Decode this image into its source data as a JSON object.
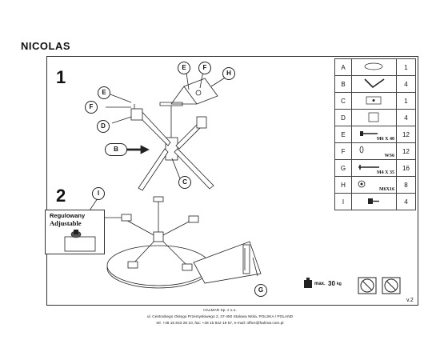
{
  "document": {
    "title": "NICOLAS",
    "version": "v.2",
    "steps": [
      {
        "number": "1"
      },
      {
        "number": "2"
      }
    ],
    "callouts": {
      "step1": [
        "E",
        "F",
        "H",
        "E",
        "F",
        "D",
        "B",
        "C"
      ],
      "step2": [
        "I",
        "G"
      ]
    },
    "adjustable_note": {
      "line1": "Regulowany",
      "line2": "Adjustable"
    },
    "weight_limit": {
      "label": "max.",
      "value": "30",
      "unit": "kg"
    },
    "parts_list": [
      {
        "letter": "A",
        "label": "",
        "qty": "1",
        "icon": "oval-tabletop-icon"
      },
      {
        "letter": "B",
        "label": "",
        "qty": "4",
        "icon": "leg-icon"
      },
      {
        "letter": "C",
        "label": "",
        "qty": "1",
        "icon": "mounting-plate-icon"
      },
      {
        "letter": "D",
        "label": "",
        "qty": "4",
        "icon": "bracket-icon"
      },
      {
        "letter": "E",
        "label": "M6 X 40",
        "qty": "12",
        "icon": "bolt-icon"
      },
      {
        "letter": "F",
        "label": "WS6",
        "qty": "12",
        "icon": "washer-icon"
      },
      {
        "letter": "G",
        "label": "M4 X 35",
        "qty": "16",
        "icon": "wood-screw-icon"
      },
      {
        "letter": "H",
        "label": "M6X16",
        "qty": "8",
        "icon": "short-bolt-icon"
      },
      {
        "letter": "I",
        "label": "",
        "qty": "4",
        "icon": "adjustable-foot-icon"
      }
    ],
    "footer": {
      "company": "HALMAR Sp. z o.o.",
      "address": "ul. Centralnego Okręgu Przemysłowego 2, 37-450 Stalowa Wola, POLSKA / POLAND",
      "contact": "tel. +48 15 843 28 10, fax: +48 15 842 19 57, e-mail: office@halmar.com.pl"
    }
  }
}
